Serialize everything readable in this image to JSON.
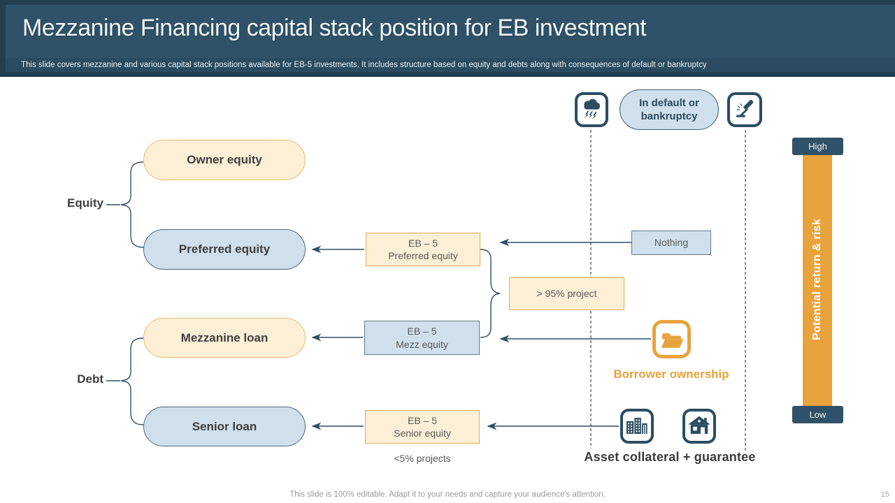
{
  "slide": {
    "title": "Mezzanine Financing capital stack position for EB investment",
    "subtitle": "This slide covers mezzanine and various capital stack positions available for EB-5 investments. It includes structure based on equity and debts along with consequences of default or bankruptcy",
    "footer_note": "This slide is 100% editable. Adapt it to your needs and capture your audience's attention.",
    "page_number": "15"
  },
  "capital_stack": {
    "equity_group_label": "Equity",
    "debt_group_label": "Debt",
    "tiers": {
      "owner_equity": "Owner equity",
      "preferred_equity": "Preferred equity",
      "mezzanine_loan": "Mezzanine loan",
      "senior_loan": "Senior loan"
    }
  },
  "eb5": {
    "preferred": {
      "line1": "EB – 5",
      "line2": "Preferred equity"
    },
    "mezz": {
      "line1": "EB – 5",
      "line2": "Mezz equity"
    },
    "senior": {
      "line1": "EB – 5",
      "line2": "Senior equity"
    },
    "project_share_note": "> 95% project",
    "small_projects_note": "<5% projects"
  },
  "default_scenario": {
    "pill": "In default or bankruptcy",
    "preferred_outcome": "Nothing",
    "mezz_outcome": "Borrower ownership",
    "senior_outcome": "Asset collateral + guarantee"
  },
  "risk_scale": {
    "high": "High",
    "low": "Low",
    "label": "Potential return & risk"
  },
  "icons": {
    "storm": "storm-cloud-icon",
    "gavel": "gavel-icon",
    "folder": "open-folder-icon",
    "building": "office-building-icon",
    "house": "house-icon"
  },
  "colors": {
    "header_bg": "#2f5268",
    "header_edge": "#223e4f",
    "slate": "#2c4d63",
    "orange": "#e8a33d",
    "cream_fill": "#fcefd6",
    "light_blue_fill": "#cfdfeb",
    "text_dark": "#3f3f3f",
    "text_gray": "#595959"
  }
}
